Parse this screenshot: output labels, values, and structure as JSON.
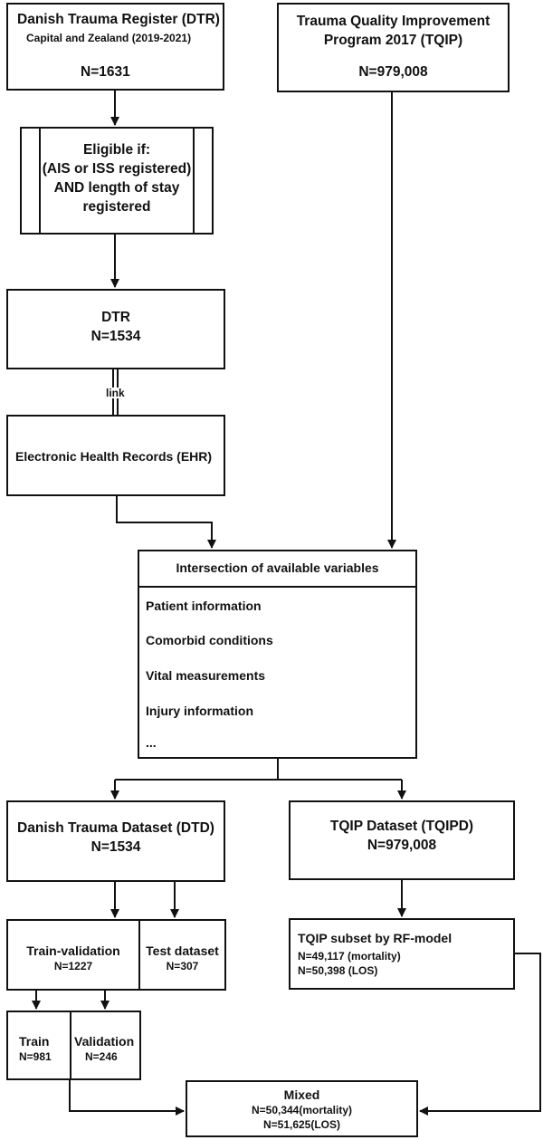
{
  "dtr_box": {
    "title": "Danish Trauma Register (DTR)",
    "subtitle": "Capital and Zealand (2019-2021)",
    "n": "N=1631"
  },
  "tqip_box": {
    "line1": "Trauma Quality Improvement",
    "line2": "Program 2017 (TQIP)",
    "n": "N=979,008"
  },
  "eligible_box": {
    "line1": "Eligible if:",
    "line2": "(AIS or ISS registered)",
    "line3": "AND length of stay",
    "line4": "registered"
  },
  "dtr2_box": {
    "title": "DTR",
    "n": "N=1534"
  },
  "link_label": "link",
  "ehr_box": {
    "title": "Electronic Health Records (EHR)"
  },
  "intersection_box": {
    "title": "Intersection of available variables",
    "items": [
      "Patient information",
      "Comorbid conditions",
      "Vital measurements",
      "Injury information",
      "..."
    ]
  },
  "dtd_box": {
    "title": "Danish Trauma Dataset (DTD)",
    "n": "N=1534"
  },
  "tqipd_box": {
    "title": "TQIP Dataset (TQIPD)",
    "n": "N=979,008"
  },
  "trainval_box": {
    "title": "Train-validation",
    "n": "N=1227"
  },
  "test_box": {
    "title": "Test dataset",
    "n": "N=307"
  },
  "subset_box": {
    "title": "TQIP subset by RF-model",
    "n1": "N=49,117 (mortality)",
    "n2": "N=50,398 (LOS)"
  },
  "train_box": {
    "title": "Train",
    "n": "N=981"
  },
  "validation_box": {
    "title": "Validation",
    "n": "N=246"
  },
  "mixed_box": {
    "title": "Mixed",
    "n1": "N=50,344(mortality)",
    "n2": "N=51,625(LOS)"
  }
}
